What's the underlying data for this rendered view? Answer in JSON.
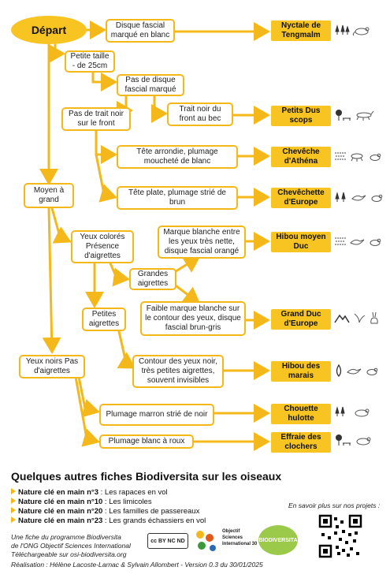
{
  "start": "Départ",
  "nodes": {
    "disque_fascial": "Disque fascial marqué en blanc",
    "petite_taille": "Petite taille - de 25cm",
    "pas_disque": "Pas de disque fascial marqué",
    "pas_trait": "Pas de trait noir sur le front",
    "trait_noir": "Trait noir du front au bec",
    "tete_arrondie": "Tête arrondie, plumage moucheté de blanc",
    "tete_plate": "Tête plate, plumage strié de brun",
    "moyen_grand": "Moyen à grand",
    "yeux_colores": "Yeux colorés Présence d'aigrettes",
    "marque_blanche": "Marque blanche entre les yeux très nette, disque fascial orangé",
    "grandes_aigrettes": "Grandes aigrettes",
    "petites_aigrettes": "Petites aigrettes",
    "faible_marque": "Faible marque blanche sur le contour des yeux, disque fascial brun-gris",
    "yeux_noirs": "Yeux noirs Pas d'aigrettes",
    "contour_yeux": "Contour des yeux noir, très petites aigrettes, souvent invisibles",
    "plumage_marron": "Plumage marron strié de noir",
    "plumage_blanc": "Plumage blanc à roux"
  },
  "results": {
    "nyctale": "Nyctale de Tengmalm",
    "petits_dus": "Petits Dus scops",
    "cheveche": "Chevêche d'Athéna",
    "chevechette": "Chevêchette d'Europe",
    "hibou_moyen": "Hibou moyen Duc",
    "grand_duc": "Grand Duc d'Europe",
    "hibou_marais": "Hibou des marais",
    "chouette": "Chouette hulotte",
    "effraie": "Effraie des clochers"
  },
  "icons": {
    "nyctale": [
      "forest-icon",
      "mouse-icon"
    ],
    "petits_dus": [
      "tree-bench-icon",
      "insect-icon"
    ],
    "cheveche": [
      "field-icon",
      "insect-icon",
      "mouse-icon"
    ],
    "chevechette": [
      "forest-icon",
      "bird-icon",
      "mouse-icon"
    ],
    "hibou_moyen": [
      "field-icon",
      "bird-icon",
      "mouse-icon"
    ],
    "grand_duc": [
      "mountain-icon",
      "bird-icon",
      "rabbit-icon"
    ],
    "hibou_marais": [
      "water-drop-icon",
      "bird-icon",
      "mouse-icon"
    ],
    "chouette": [
      "forest-icon",
      "mouse-icon"
    ],
    "effraie": [
      "tree-bench-icon",
      "mouse-icon"
    ]
  },
  "colors": {
    "accent": "#f4b81a",
    "result_fill": "#f7c421"
  },
  "footer": {
    "title": "Quelques autres fiches Biodiversita sur les oiseaux",
    "items": [
      {
        "bold": "Nature clé en main n°3",
        "text": " : Les rapaces en vol"
      },
      {
        "bold": "Nature clé en main n°10",
        "text": " : Les limicoles"
      },
      {
        "bold": "Nature clé en main n°20",
        "text": " : Les familles de passereaux"
      },
      {
        "bold": "Nature clé en main n°23",
        "text": " : Les grands échassiers en vol"
      }
    ],
    "more": "En savoir plus sur nos projets :",
    "credits": [
      "Une fiche du programme Biodiversita",
      "de l'ONG Objectif Sciences International",
      "Téléchargeable sur osi-biodiversita.org"
    ],
    "realisation": "Réalisation : Hélène Lacoste-Larnac & Sylvain Allombert - Version 0.3 du 30/01/2025",
    "osi_logo": "Objectif Sciences International 30",
    "cc_logo": "cc BY NC ND",
    "biodiversita_logo": "BIODIVERSITA"
  }
}
